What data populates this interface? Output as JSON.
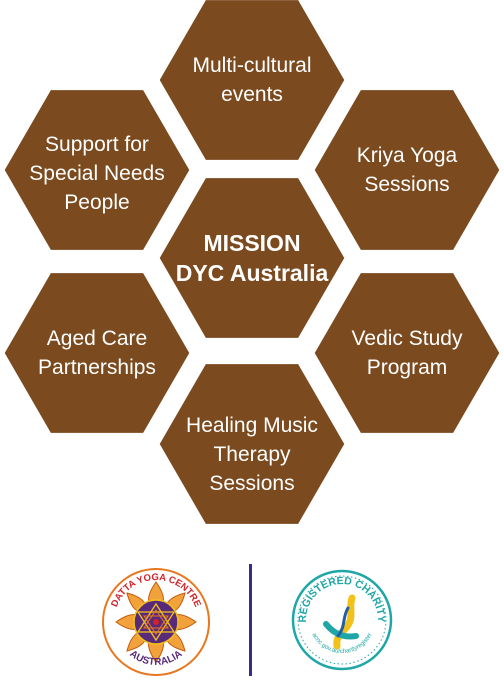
{
  "colors": {
    "hex_fill": "#7b4a1e",
    "hex_text": "#ffffff",
    "divider": "#3b2a8a",
    "charity_teal": "#1fa7a8",
    "charity_blue": "#1f5fa8",
    "charity_yellow": "#f2c21b",
    "logo_orange": "#e8771e",
    "logo_purple": "#5a2a7a",
    "logo_red": "#d2232a"
  },
  "center": {
    "title": "MISSION\nDYC Australia"
  },
  "hexagons": [
    {
      "id": "multicultural",
      "label": "Multi-cultural\nevents"
    },
    {
      "id": "kriya-yoga",
      "label": "Kriya Yoga\nSessions"
    },
    {
      "id": "vedic-study",
      "label": "Vedic Study\nProgram"
    },
    {
      "id": "healing-music",
      "label": "Healing Music\nTherapy\nSessions"
    },
    {
      "id": "aged-care",
      "label": "Aged Care\nPartnerships"
    },
    {
      "id": "special-needs",
      "label": "Support for\nSpecial Needs\nPeople"
    }
  ],
  "logos": {
    "datta": {
      "top_text": "DATTA YOGA CENTRE",
      "bottom_text": "AUSTRALIA",
      "icon": "sri-yantra-lotus-icon"
    },
    "acnc": {
      "top_text": "REGISTERED CHARITY",
      "bottom_text": "acnc.gov.au/charityregister",
      "icon": "registered-charity-icon"
    }
  }
}
